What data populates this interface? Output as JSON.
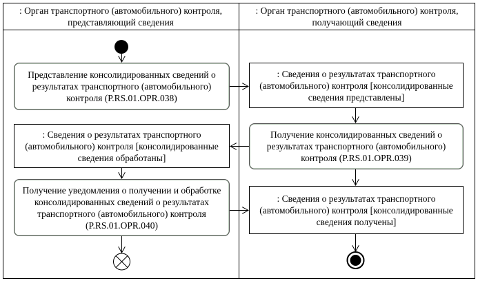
{
  "swimlanes": [
    {
      "title": ": Орган транспортного (автомобильного) контроля, представляющий сведения"
    },
    {
      "title": ": Орган транспортного (автомобильного) контроля, получающий сведения"
    }
  ],
  "nodes": {
    "act_038": "Представление консолидированных сведений о результатах транспортного (автомобильного) контроля (P.RS.01.OPR.038)",
    "obj_presented": ": Сведения о результатах транспортного (автомобильного) контроля [консолидированные сведения представлены]",
    "act_039": "Получение консолидированных сведений о результатах транспортного (автомобильного) контроля (P.RS.01.OPR.039)",
    "obj_processed": ": Сведения о результатах транспортного (автомобильного) контроля [консолидированные сведения обработаны]",
    "act_040": "Получение уведомления о получении и обработке консолидированных сведений о результатах транспортного (автомобильного) контроля (P.RS.01.OPR.040)",
    "obj_received": ": Сведения о результатах транспортного (автомобильного) контроля [консолидированные сведения получены]"
  }
}
